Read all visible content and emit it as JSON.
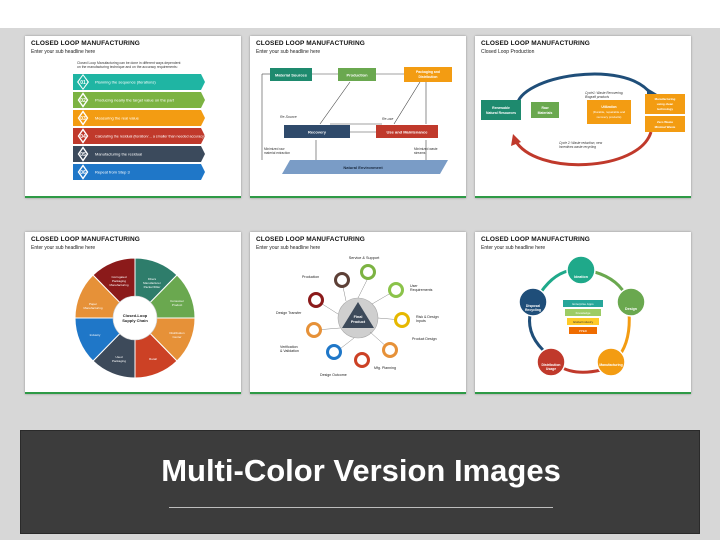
{
  "banner": {
    "title": "Multi-Color Version Images"
  },
  "slide_title": "CLOSED LOOP MANUFACTURING",
  "slide_subtitle": "Enter your sub headline here",
  "accent_color": "#2e9a46",
  "slide1": {
    "intro": [
      "Closed Loop Manufacturing can be done in different ways dependent",
      "on the manufacturing technique and on the accuracy requirements:"
    ],
    "steps": [
      {
        "num": "01",
        "text": "Planning the sequence (iterations)",
        "color": "#1fb5a3"
      },
      {
        "num": "02",
        "text": "Producing nearly the target value on the part",
        "color": "#7cb342"
      },
      {
        "num": "03",
        "text": "Measuring the real value",
        "color": "#f39c12"
      },
      {
        "num": "04",
        "text": "Calculating the residual (iteration/… a smaller than needed accuracy)",
        "color": "#c0392b"
      },
      {
        "num": "05",
        "text": "Manufacturing the residual",
        "color": "#3b4a5c"
      },
      {
        "num": "06",
        "text": "Repeat from Step 3",
        "color": "#1f77c8"
      }
    ]
  },
  "slide2": {
    "boxes": {
      "material_sources": "Material Sources",
      "production": "Production",
      "packaging": "Packaging and Distribution",
      "recovery": "Recovery",
      "use": "Use and Maintenance",
      "environment": "Natural Environment"
    },
    "labels": {
      "re_source": "Re-Source",
      "reuse": "Re-use",
      "minimized_waste": "Minimized raw material extraction",
      "minimized_emissions": "Minimized waste streams"
    }
  },
  "slide3": {
    "heading": "Closed Loop Production",
    "boxes": {
      "renewable": "Renewable Natural Resources",
      "raw": "Raw Materials",
      "utilization": "Utilization (Durable, repairable and recovery products)",
      "manufacturing": "Manufacturing using clean technology",
      "zero_waste": "Zero Waste Minimal Waste"
    },
    "cycles": {
      "cycle1": "Cycle1: Waste Recovering, Biograft products",
      "cycle2": "Cycle 2: Waste reduction, new Incentives waste recycling"
    }
  },
  "slide4": {
    "center": "Closed-Loop Supply Chain",
    "segments": [
      "Corrugated Packaging Manufacturing",
      "Fibers Manufacturer Packer/Filler",
      "Consumer Product",
      "Distribution Center",
      "Retail",
      "Used Packaging",
      "Industry",
      "Paper Manufacturing"
    ],
    "colors": [
      "#8b1a1a",
      "#2e7d6b",
      "#6aa84f",
      "#e69138",
      "#cc4125",
      "#3d4a5a",
      "#1f77c8",
      "#e69138"
    ]
  },
  "slide5": {
    "center": "Final Product",
    "labels": [
      "Service & Support",
      "User Requirements",
      "Risk & Design Inputs",
      "Product Design",
      "Mfg. Planning",
      "Design Outcome",
      "Verification & Validation",
      "Design Transfer",
      "Production"
    ],
    "colors": [
      "#7cb342",
      "#8bc34a",
      "#e6b800",
      "#e69138",
      "#cc4125",
      "#1f77c8",
      "#e69138",
      "#8b1a1a",
      "#5d4037"
    ]
  },
  "slide6": {
    "nodes": [
      "Ideation",
      "Design",
      "Manufacturing",
      "Distribution Usage",
      "Disposal Recycling"
    ],
    "node_colors": [
      "#1fa98a",
      "#6aa84f",
      "#f39c12",
      "#c0392b",
      "#1f4e79"
    ],
    "stack": [
      "Enterprise Apps",
      "Knowledge",
      "Global Industry",
      "PPED"
    ],
    "stack_colors": [
      "#26a69a",
      "#9ccc65",
      "#ffca28",
      "#ef6c00"
    ]
  }
}
